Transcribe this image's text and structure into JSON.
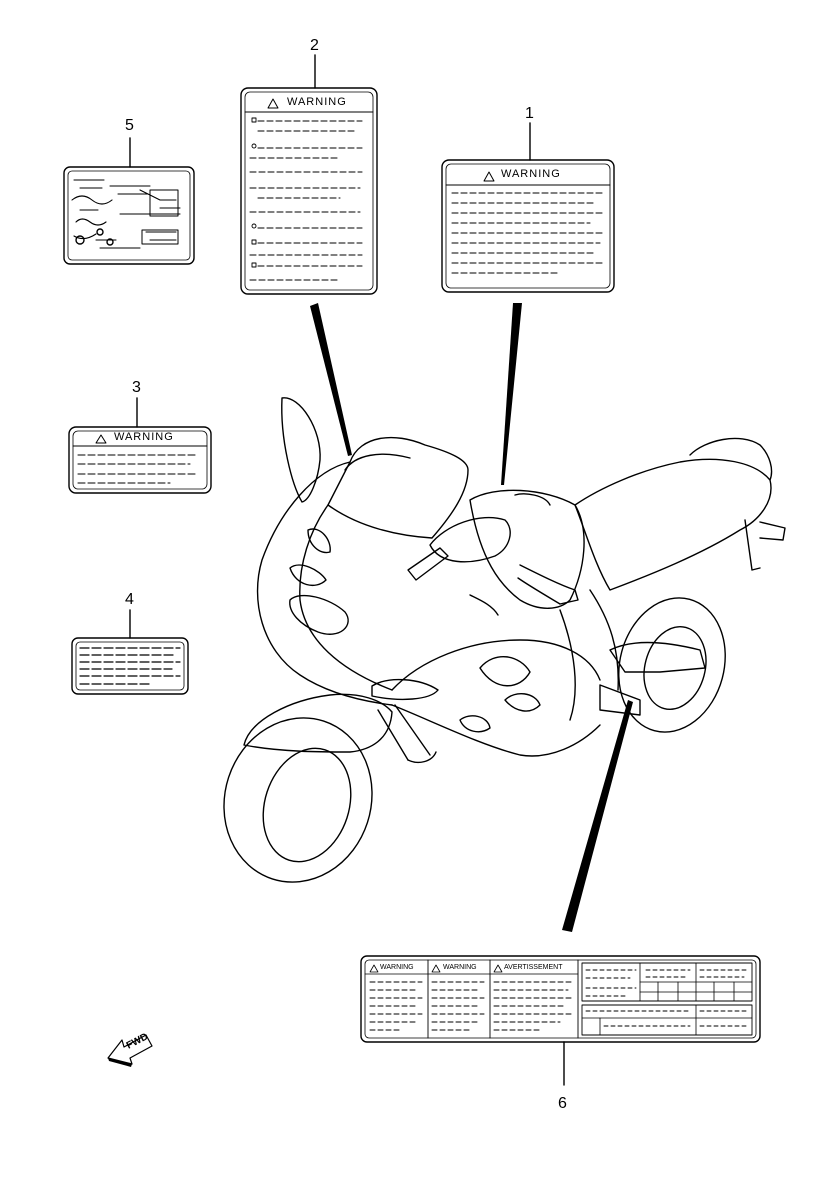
{
  "callouts": [
    "1",
    "2",
    "3",
    "4",
    "5",
    "6"
  ],
  "labels": {
    "warning": "WARNING",
    "warning_small_1": "WARNING",
    "warning_small_2": "WARNING",
    "avertissement": "AVERTISSEMENT"
  },
  "fwd_marker": "FWD",
  "icons": [
    "warning-triangle-icon",
    "fwd-arrow-icon"
  ],
  "colors": {
    "line": "#000000",
    "background": "#ffffff"
  }
}
